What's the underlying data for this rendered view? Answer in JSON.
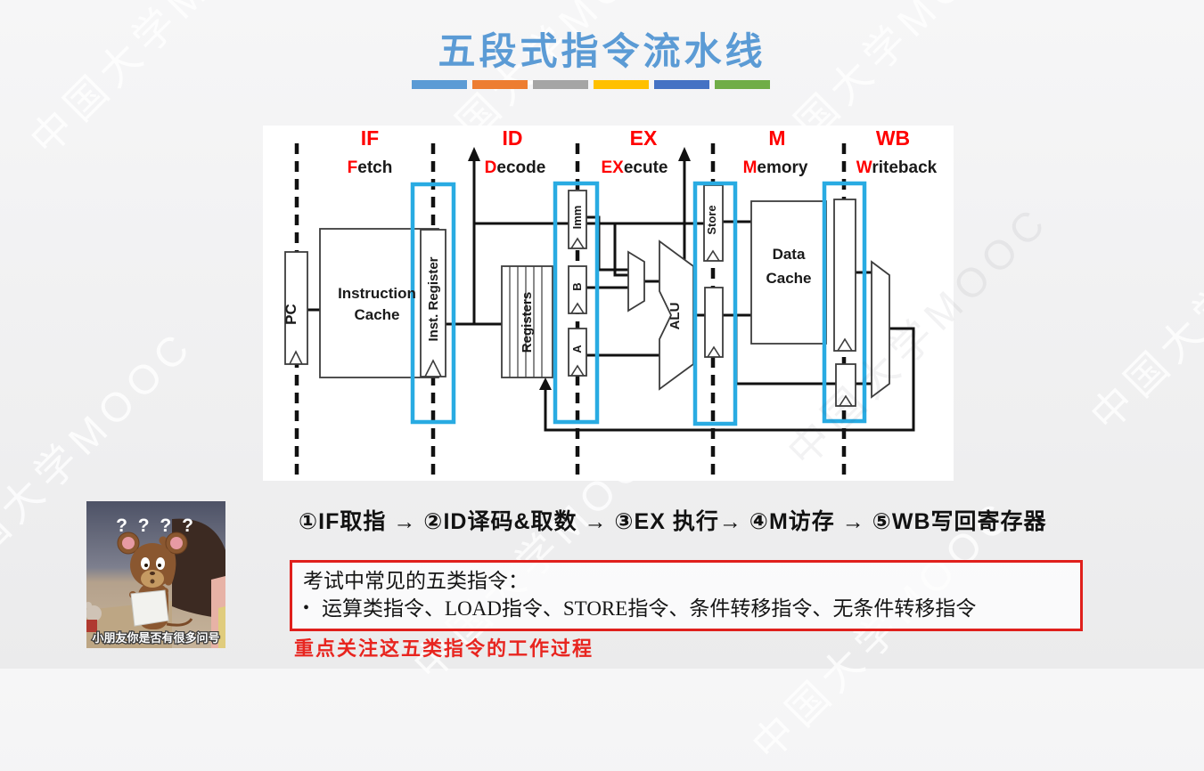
{
  "slide": {
    "title": "五段式指令流水线",
    "title_color": "#5B9BD5",
    "accent_bars": [
      "#5B9BD5",
      "#ED7D31",
      "#A5A5A5",
      "#FFC000",
      "#4472C4",
      "#70AD47"
    ]
  },
  "watermark": {
    "text": "中国大学MOOC"
  },
  "diagram": {
    "stage_label_color": "#FF0000",
    "highlight_color": "#29ABE2",
    "stages": [
      {
        "abbr": "IF",
        "prefix": "F",
        "rest": "etch"
      },
      {
        "abbr": "ID",
        "prefix": "D",
        "rest": "ecode"
      },
      {
        "abbr": "EX",
        "prefix": "EX",
        "rest": "ecute"
      },
      {
        "abbr": "M",
        "prefix": "M",
        "rest": "emory"
      },
      {
        "abbr": "WB",
        "prefix": "W",
        "rest": "riteback"
      }
    ],
    "components": {
      "pc": "PC",
      "instruction_cache_line1": "Instruction",
      "instruction_cache_line2": "Cache",
      "inst_register": "Inst. Register",
      "registers": "Registers",
      "imm": "Imm",
      "b": "B",
      "a": "A",
      "alu": "ALU",
      "store": "Store",
      "data_cache_line1": "Data",
      "data_cache_line2": "Cache"
    }
  },
  "steps_line": {
    "text": "①IF取指 → ②ID译码&取数 → ③EX 执行→ ④M访存 → ⑤WB写回寄存器"
  },
  "note_box": {
    "border_color": "#E0201C",
    "title": "考试中常见的五类指令：",
    "bullet": "•",
    "item": "运算类指令、LOAD指令、STORE指令、条件转移指令、无条件转移指令"
  },
  "emphasis": {
    "text": "重点关注这五类指令的工作过程",
    "color": "#E8251F"
  },
  "meme": {
    "question_marks": "? ? ? ?",
    "caption": "小朋友你是否有很多问号"
  }
}
